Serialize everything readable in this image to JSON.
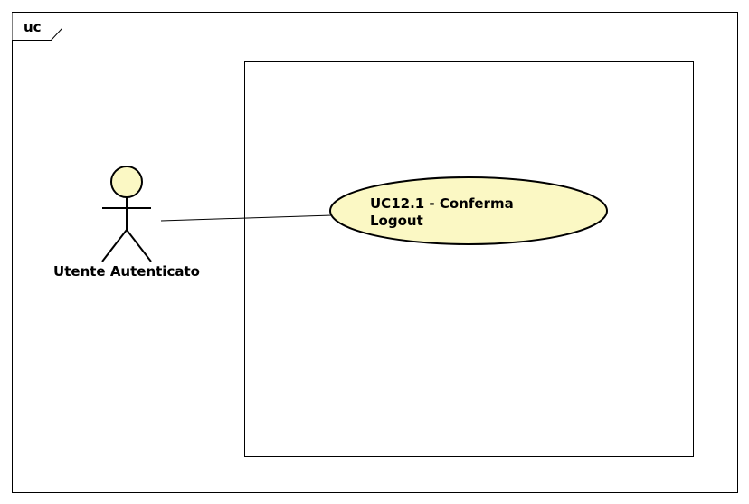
{
  "frame": {
    "label": "uc"
  },
  "actor": {
    "name": "Utente Autenticato"
  },
  "system_boundary": {
    "label": ""
  },
  "use_case": {
    "line1": "UC12.1 - Conferma",
    "line2": "Logout"
  },
  "colors": {
    "stroke": "#000000",
    "element_fill": "#fbf8c4",
    "background": "#ffffff"
  }
}
